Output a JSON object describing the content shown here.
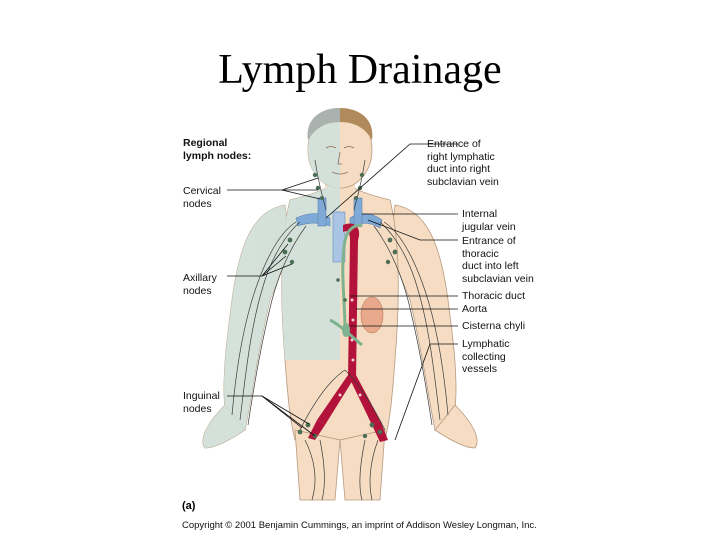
{
  "title": "Lymph Drainage",
  "figure": {
    "heading": "Regional\nlymph nodes:",
    "left_labels": {
      "cervical": "Cervical\nnodes",
      "axillary": "Axillary\nnodes",
      "inguinal": "Inguinal\nnodes"
    },
    "right_labels": {
      "right_lymphatic": "Entrance of\nright lymphatic\nduct into right\nsubclavian vein",
      "internal_jugular": "Internal\njugular vein",
      "thoracic_entrance": "Entrance of\nthoracic\nduct into left\nsubclavian vein",
      "thoracic_duct": "Thoracic duct",
      "aorta": "Aorta",
      "cisterna": "Cisterna chyli",
      "collecting": "Lymphatic\ncollecting\nvessels"
    },
    "panel_letter": "(a)",
    "copyright": "Copyright © 2001 Benjamin Cummings, an imprint of Addison Wesley Longman, Inc."
  },
  "colors": {
    "skin": "#f5dcc2",
    "drained_region": "#cfe3df",
    "hair": "#b08a5a",
    "hair_grey": "#a9b2ae",
    "aorta": "#b3123a",
    "vein_blue": "#7fa9d6",
    "thoracic_duct": "#7fb38f",
    "kidney": "#e8a98c",
    "vessel_lines": "#3a3a3a"
  }
}
